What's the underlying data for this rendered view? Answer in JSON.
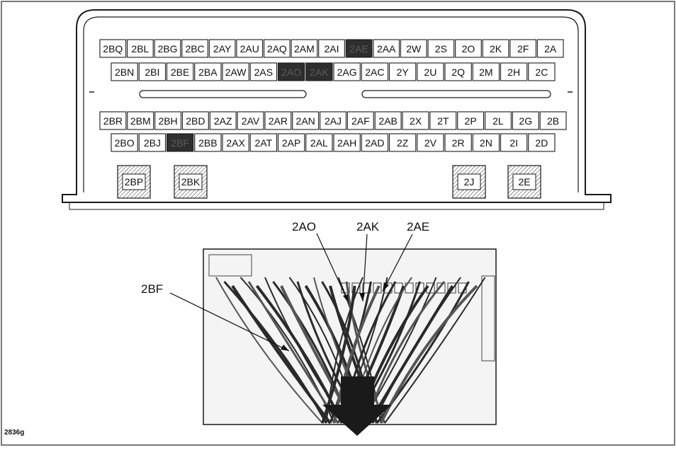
{
  "connector": {
    "row1": [
      {
        "label": "2BQ"
      },
      {
        "label": "2BL"
      },
      {
        "label": "2BG"
      },
      {
        "label": "2BC"
      },
      {
        "label": "2AY"
      },
      {
        "label": "2AU"
      },
      {
        "label": "2AQ"
      },
      {
        "label": "2AM"
      },
      {
        "label": "2AI"
      },
      {
        "label": "2AE",
        "highlighted": true
      },
      {
        "label": "2AA"
      },
      {
        "label": "2W"
      },
      {
        "label": "2S"
      },
      {
        "label": "2O"
      },
      {
        "label": "2K"
      },
      {
        "label": "2F"
      },
      {
        "label": "2A"
      }
    ],
    "row2": [
      {
        "label": "2BN"
      },
      {
        "label": "2BI"
      },
      {
        "label": "2BE"
      },
      {
        "label": "2BA"
      },
      {
        "label": "2AW"
      },
      {
        "label": "2AS"
      },
      {
        "label": "2AO",
        "highlighted": true
      },
      {
        "label": "2AK",
        "highlighted": true
      },
      {
        "label": "2AG"
      },
      {
        "label": "2AC"
      },
      {
        "label": "2Y"
      },
      {
        "label": "2U"
      },
      {
        "label": "2Q"
      },
      {
        "label": "2M"
      },
      {
        "label": "2H"
      },
      {
        "label": "2C"
      }
    ],
    "row3": [
      {
        "label": "2BR"
      },
      {
        "label": "2BM"
      },
      {
        "label": "2BH"
      },
      {
        "label": "2BD"
      },
      {
        "label": "2AZ"
      },
      {
        "label": "2AV"
      },
      {
        "label": "2AR"
      },
      {
        "label": "2AN"
      },
      {
        "label": "2AJ"
      },
      {
        "label": "2AF"
      },
      {
        "label": "2AB"
      },
      {
        "label": "2X"
      },
      {
        "label": "2T"
      },
      {
        "label": "2P"
      },
      {
        "label": "2L"
      },
      {
        "label": "2G"
      },
      {
        "label": "2B"
      }
    ],
    "row4": [
      {
        "label": "2BO"
      },
      {
        "label": "2BJ"
      },
      {
        "label": "2BF",
        "highlighted": true
      },
      {
        "label": "2BB"
      },
      {
        "label": "2AX"
      },
      {
        "label": "2AT"
      },
      {
        "label": "2AP"
      },
      {
        "label": "2AL"
      },
      {
        "label": "2AH"
      },
      {
        "label": "2AD"
      },
      {
        "label": "2Z"
      },
      {
        "label": "2V"
      },
      {
        "label": "2R"
      },
      {
        "label": "2N"
      },
      {
        "label": "2I"
      },
      {
        "label": "2D"
      }
    ],
    "power_pins": [
      {
        "label": "2BP"
      },
      {
        "label": "2BK"
      },
      {
        "label": "2J"
      },
      {
        "label": "2E"
      }
    ]
  },
  "callouts": [
    {
      "label": "2AO"
    },
    {
      "label": "2AK"
    },
    {
      "label": "2AE"
    },
    {
      "label": "2BF"
    }
  ],
  "figure_id": "2836g",
  "colors": {
    "ink": "#1a1a1a",
    "highlight": "#2e2e2e",
    "paper": "#ffffff"
  }
}
